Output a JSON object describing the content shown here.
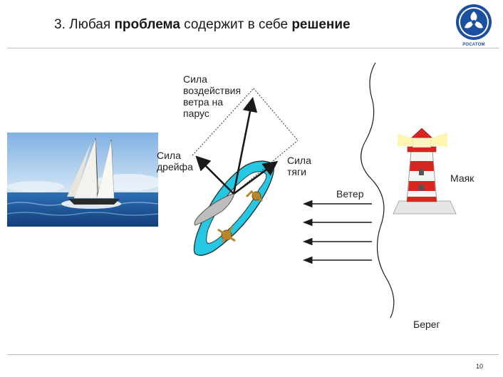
{
  "slide": {
    "title_prefix": "3. Любая ",
    "title_bold1": "проблема",
    "title_middle": " содержит в себе ",
    "title_bold2": "решение",
    "page_number": "10"
  },
  "logo": {
    "text": "РОСАТОМ",
    "color": "#1b4fa0"
  },
  "labels": {
    "wind_force_line1": "Сила",
    "wind_force_line2": "воздействия",
    "wind_force_line3": "ветра на",
    "wind_force_line4": "парус",
    "drift_line1": "Сила",
    "drift_line2": "дрейфа",
    "thrust_line1": "Сила",
    "thrust_line2": "тяги",
    "wind": "Ветер",
    "lighthouse": "Маяк",
    "shore": "Берег"
  },
  "colors": {
    "hull": "#25c8e2",
    "sail": "#bdbdbd",
    "crew": "#b8862b",
    "lighthouse_red": "#d9241f",
    "sea": "#1f5fa8",
    "sky": "#9fc6ea"
  }
}
